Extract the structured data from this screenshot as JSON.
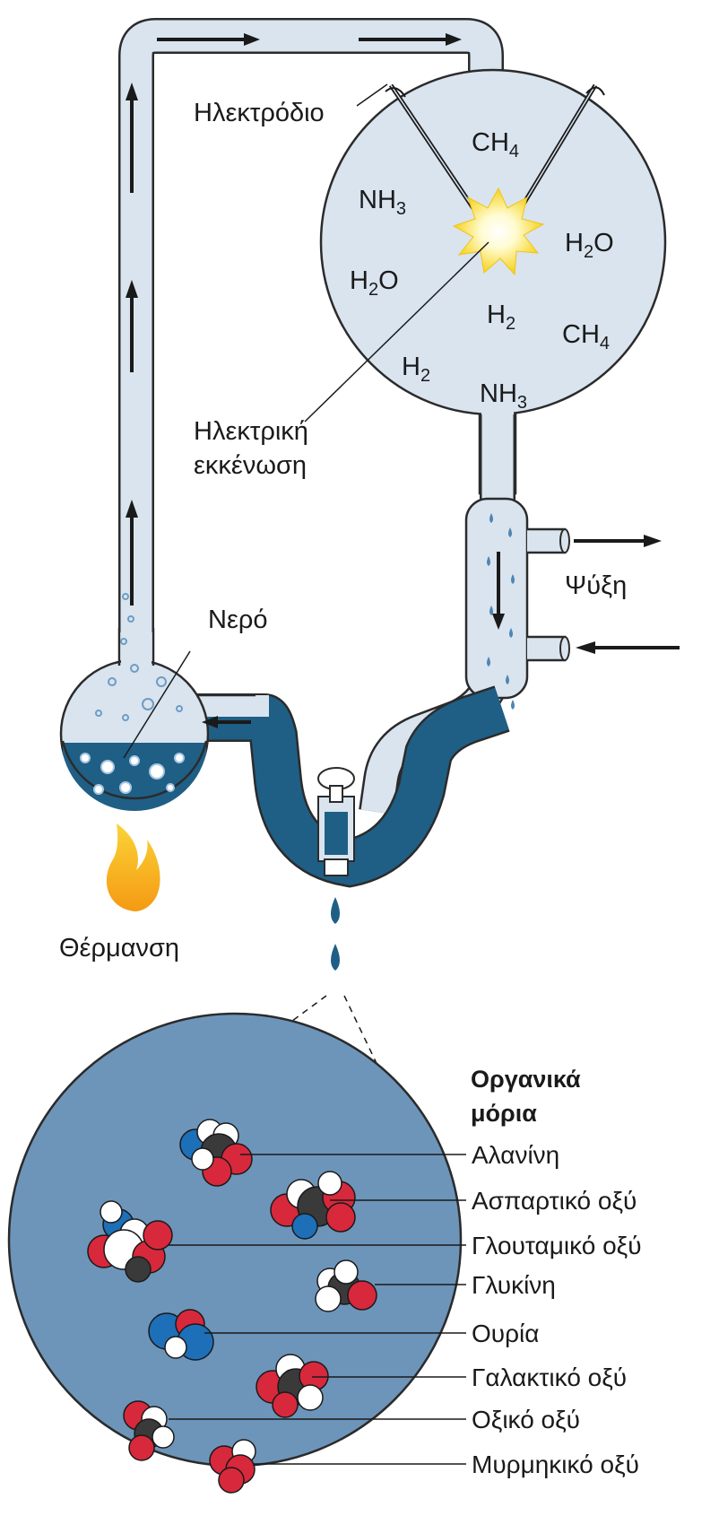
{
  "labels": {
    "electrode": "Ηλεκτρόδιο",
    "discharge_line1": "Ηλεκτρική",
    "discharge_line2": "εκκένωση",
    "water": "Νερό",
    "cooling": "Ψύξη",
    "heating": "Θέρμανση",
    "organic_title_line1": "Οργανικά",
    "organic_title_line2": "μόρια"
  },
  "gases": [
    {
      "base": "CH",
      "sub": "4"
    },
    {
      "base": "NH",
      "sub": "3"
    },
    {
      "base": "H",
      "sub": "2",
      "tail": "O"
    },
    {
      "base": "H",
      "sub": "2",
      "tail": "O"
    },
    {
      "base": "H",
      "sub": "2"
    },
    {
      "base": "CH",
      "sub": "4"
    },
    {
      "base": "H",
      "sub": "2"
    },
    {
      "base": "NH",
      "sub": "3"
    }
  ],
  "molecules": [
    "Αλανίνη",
    "Ασπαρτικό οξύ",
    "Γλουταμικό οξύ",
    "Γλυκίνη",
    "Ουρία",
    "Γαλακτικό οξύ",
    "Οξικό οξύ",
    "Μυρμηκικό οξύ"
  ],
  "colors": {
    "glass": "#d9e4ef",
    "liquid": "#1f5f86",
    "zoom_circle": "#6d95ba",
    "oxygen": "#d8283c",
    "nitrogen": "#1d6fb8",
    "carbon": "#3a3a3a",
    "hydrogen": "#ffffff",
    "flame": "#f7b81b",
    "spark": "#fff04a"
  }
}
